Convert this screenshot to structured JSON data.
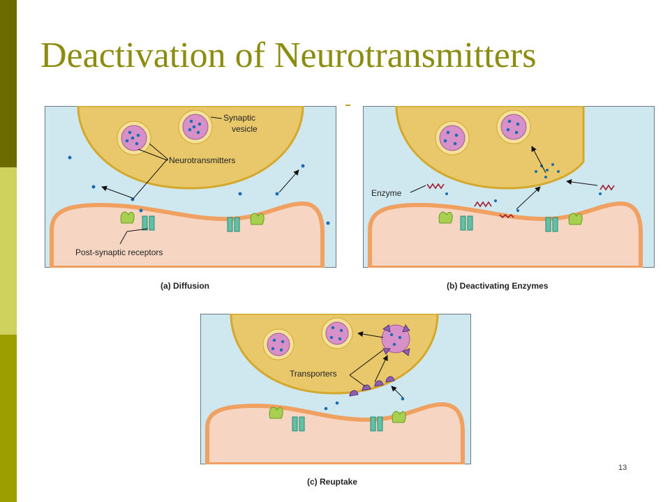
{
  "slide": {
    "title": "Deactivation of Neurotransmitters",
    "slide_number": "13",
    "colors": {
      "title": "#8c8c10",
      "sidebar_dark": "#6b6b00",
      "sidebar_light": "#cfd25c",
      "sidebar_mid": "#9c9e00",
      "synaptic_cleft": "#cfe8f0",
      "presynaptic_terminal": "#e8c86a",
      "postsynaptic_membrane": "#f0a060",
      "vesicle": "#d890c8",
      "neurotransmitter": "#1a6db0",
      "receptor_green": "#a8d050",
      "receptor_teal": "#60c0a8",
      "enzyme": "#a02030",
      "transporter": "#9060b0"
    }
  },
  "panels": {
    "a": {
      "caption": "(a) Diffusion",
      "labels": {
        "synaptic_vesicle_1": "Synaptic",
        "synaptic_vesicle_2": "vesicle",
        "neurotransmitters": "Neurotransmitters",
        "post_synaptic_receptors": "Post-synaptic receptors"
      }
    },
    "b": {
      "caption": "(b) Deactivating Enzymes",
      "labels": {
        "enzyme": "Enzyme"
      }
    },
    "c": {
      "caption": "(c) Reuptake",
      "labels": {
        "transporters": "Transporters"
      }
    }
  }
}
